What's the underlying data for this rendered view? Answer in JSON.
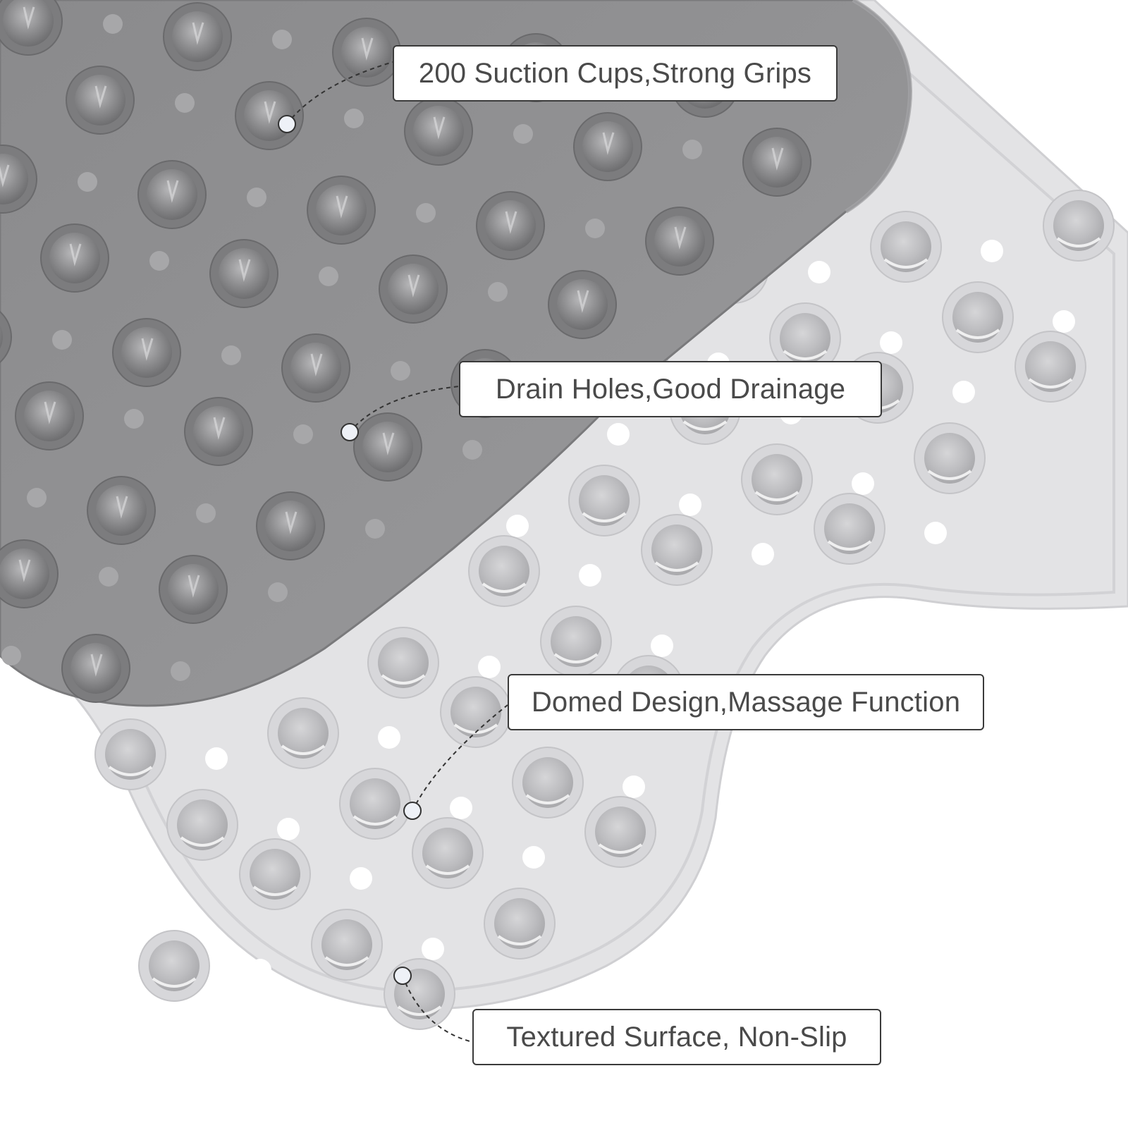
{
  "product": {
    "colors": {
      "grey_mat": "#8c8c8e",
      "clear_mat": "#e4e4e6",
      "background": "#ffffff",
      "callout_border": "#3a3a3a",
      "callout_text": "#4a4a4a"
    }
  },
  "callouts": [
    {
      "label": "200 Suction Cups,Strong Grips"
    },
    {
      "label": "Drain Holes,Good Drainage"
    },
    {
      "label": "Domed Design,Massage Function"
    },
    {
      "label": "Textured Surface, Non-Slip"
    }
  ]
}
